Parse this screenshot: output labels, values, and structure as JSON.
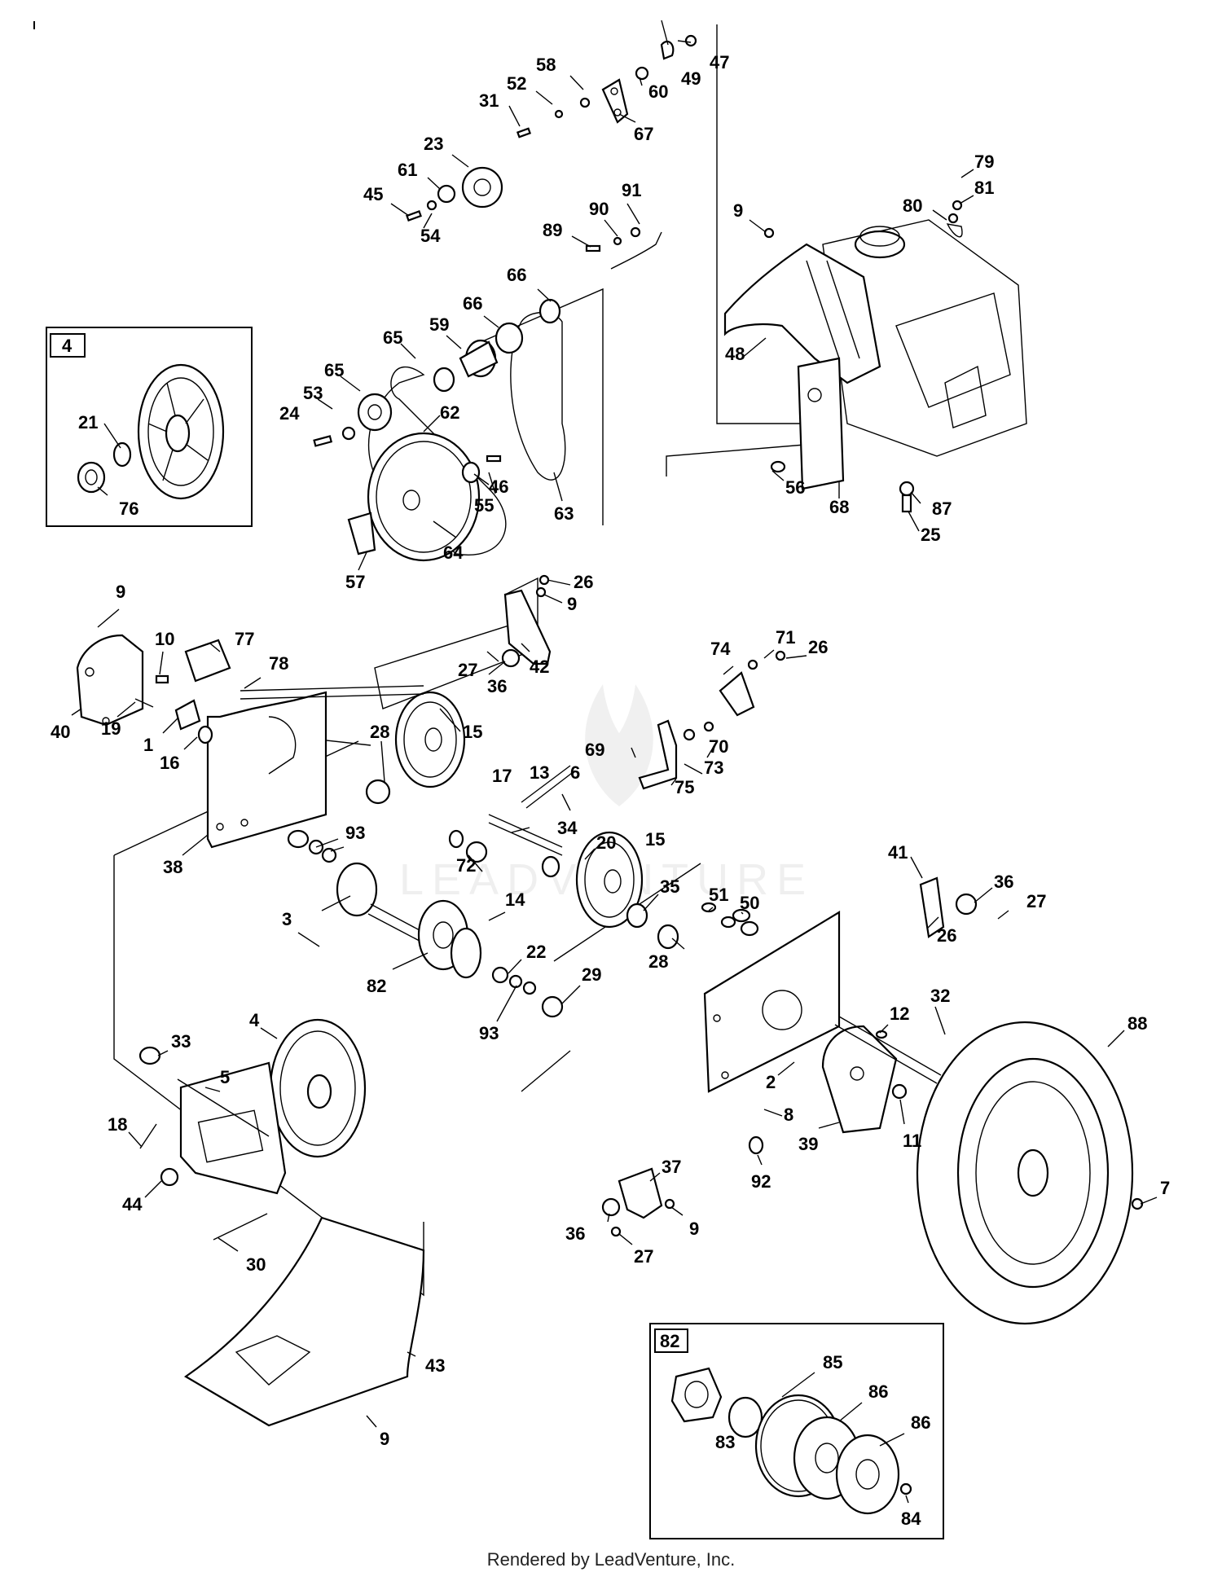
{
  "footer": "Rendered by LeadVenture, Inc.",
  "watermark": "LEADVENTURE",
  "inset_4": {
    "tag": "4",
    "labels": [
      "21",
      "76"
    ]
  },
  "inset_82": {
    "tag": "82",
    "labels": [
      "83",
      "85",
      "86",
      "86",
      "84"
    ]
  },
  "callouts": [
    "47",
    "49",
    "58",
    "60",
    "52",
    "31",
    "67",
    "23",
    "61",
    "45",
    "54",
    "91",
    "90",
    "89",
    "79",
    "81",
    "80",
    "9",
    "66",
    "66",
    "59",
    "65",
    "65",
    "53",
    "24",
    "62",
    "46",
    "55",
    "63",
    "48",
    "56",
    "68",
    "87",
    "25",
    "64",
    "57",
    "26",
    "9",
    "9",
    "10",
    "77",
    "78",
    "42",
    "27",
    "36",
    "74",
    "71",
    "26",
    "40",
    "19",
    "1",
    "16",
    "28",
    "15",
    "69",
    "70",
    "73",
    "17",
    "13",
    "6",
    "75",
    "38",
    "93",
    "34",
    "20",
    "15",
    "72",
    "35",
    "3",
    "14",
    "22",
    "82",
    "28",
    "29",
    "51",
    "50",
    "93",
    "41",
    "36",
    "27",
    "26",
    "33",
    "4",
    "5",
    "18",
    "44",
    "30",
    "32",
    "12",
    "88",
    "2",
    "8",
    "39",
    "11",
    "7",
    "92",
    "37",
    "36",
    "9",
    "27",
    "43",
    "9"
  ]
}
